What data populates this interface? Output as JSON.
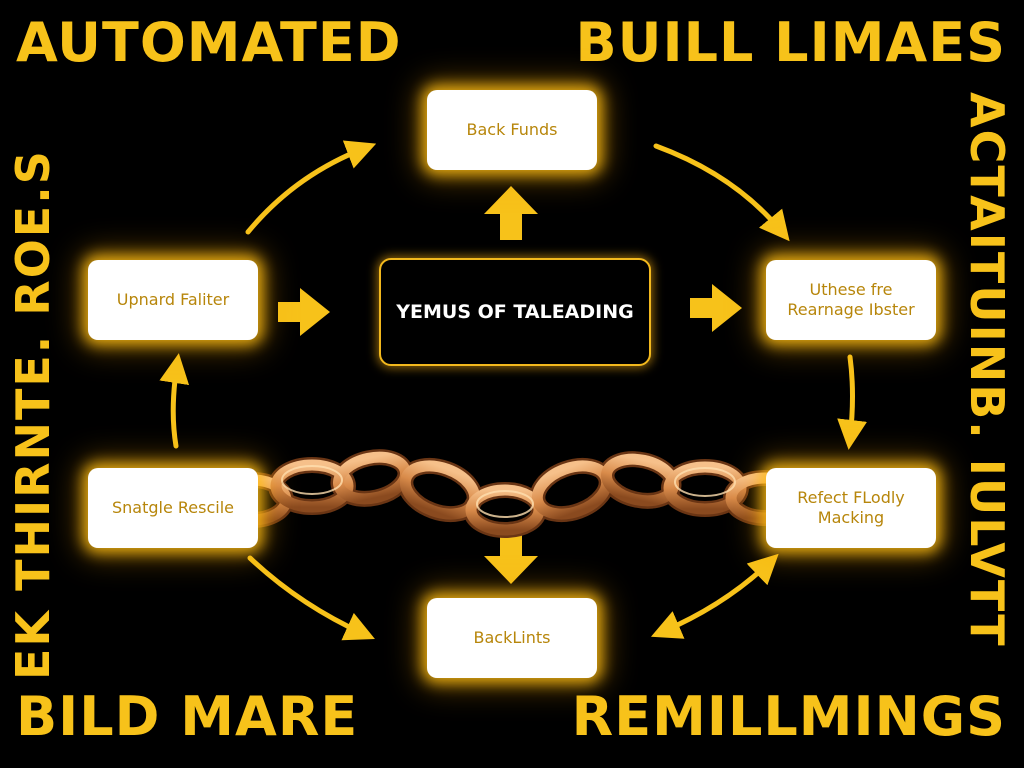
{
  "corners": {
    "top_left": "AUTOMATED",
    "top_right": "BUILL LIMAES",
    "bottom_left": "BILD MARE",
    "bottom_right": "REMILLMINGS"
  },
  "side_texts": {
    "left": "EK THIRNTE. ROE.S",
    "right": "ACTAITUINB. IULVTT"
  },
  "center_label": "YEMUS OF TALEADING",
  "nodes": {
    "top": "Back Funds",
    "left_upper": "Upnard Faliter",
    "right_upper": "Uthese fre Rearnage Ibster",
    "left_lower": "Snatgle Rescile",
    "right_lower": "Refect FLodly Macking",
    "bottom": "BackLints"
  },
  "colors": {
    "accent": "#f7c21a",
    "node_text": "#b7860b",
    "chain": "#d98b4a",
    "background": "#000000"
  },
  "decoration": [
    "chain-links-icon"
  ]
}
